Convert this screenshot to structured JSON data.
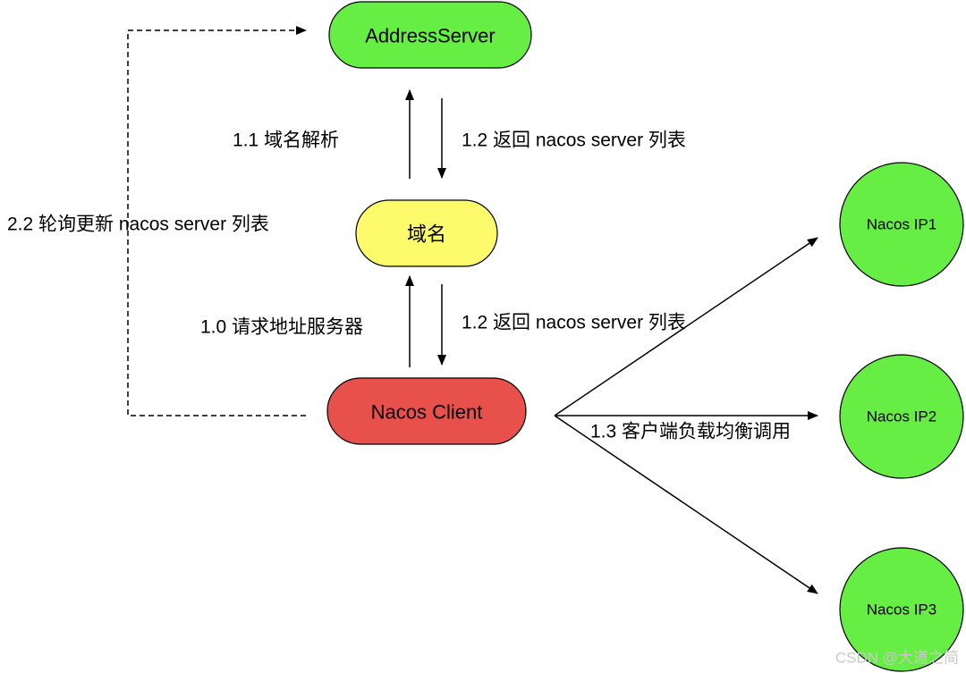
{
  "colors": {
    "address_server": "#66ee44",
    "domain": "#fdfb6c",
    "client": "#e8514b",
    "nacos_ip": "#66ee44",
    "stroke": "#000000"
  },
  "nodes": {
    "address_server": "AddressServer",
    "domain": "域名",
    "client": "Nacos Client",
    "ip1": "Nacos IP1",
    "ip2": "Nacos IP2",
    "ip3": "Nacos IP3"
  },
  "edges": {
    "domain_resolve": "1.1 域名解析",
    "return_list_top": "1.2 返回 nacos server 列表",
    "poll_update": "2.2 轮询更新 nacos server 列表",
    "request_address": "1.0 请求地址服务器",
    "return_list_bottom": "1.2 返回 nacos server 列表",
    "load_balance": "1.3 客户端负载均衡调用"
  },
  "watermark": "CSDN @大道之简"
}
